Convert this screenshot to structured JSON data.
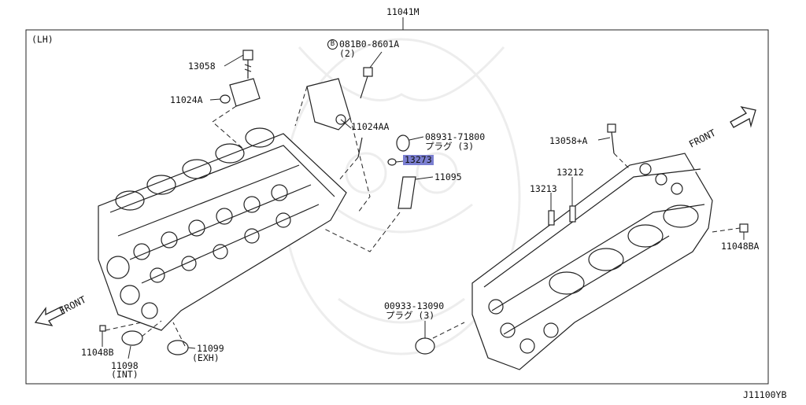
{
  "diagram_id": "J11100YB",
  "assembly_number": "11041M",
  "side_label": "(LH)",
  "highlight_color": "#7b7fd1",
  "parts": [
    {
      "id": "p-13058",
      "text": "13058"
    },
    {
      "id": "p-11024A",
      "text": "11024A"
    },
    {
      "id": "p-081B0",
      "text": "081B0-8601A"
    },
    {
      "id": "p-081B0-b",
      "text": "B"
    },
    {
      "id": "p-081B0-qty",
      "text": "(2)"
    },
    {
      "id": "p-11024AA",
      "text": "11024AA"
    },
    {
      "id": "p-08931",
      "text": "08931-71800"
    },
    {
      "id": "p-08931-plug",
      "text": "プラグ (3)"
    },
    {
      "id": "p-13273",
      "text": "13273",
      "highlighted": true
    },
    {
      "id": "p-11095",
      "text": "11095"
    },
    {
      "id": "p-13058A",
      "text": "13058+A"
    },
    {
      "id": "p-13212",
      "text": "13212"
    },
    {
      "id": "p-13213",
      "text": "13213"
    },
    {
      "id": "p-11048BA",
      "text": "11048BA"
    },
    {
      "id": "p-00933",
      "text": "00933-13090"
    },
    {
      "id": "p-00933-plug",
      "text": "プラグ (3)"
    },
    {
      "id": "p-11048B",
      "text": "11048B"
    },
    {
      "id": "p-11098",
      "text": "11098"
    },
    {
      "id": "p-11098-int",
      "text": "(INT)"
    },
    {
      "id": "p-11099",
      "text": "11099"
    },
    {
      "id": "p-11099-exh",
      "text": "(EXH)"
    }
  ],
  "direction_labels": {
    "front_left": "FRONT",
    "front_right": "FRONT"
  }
}
